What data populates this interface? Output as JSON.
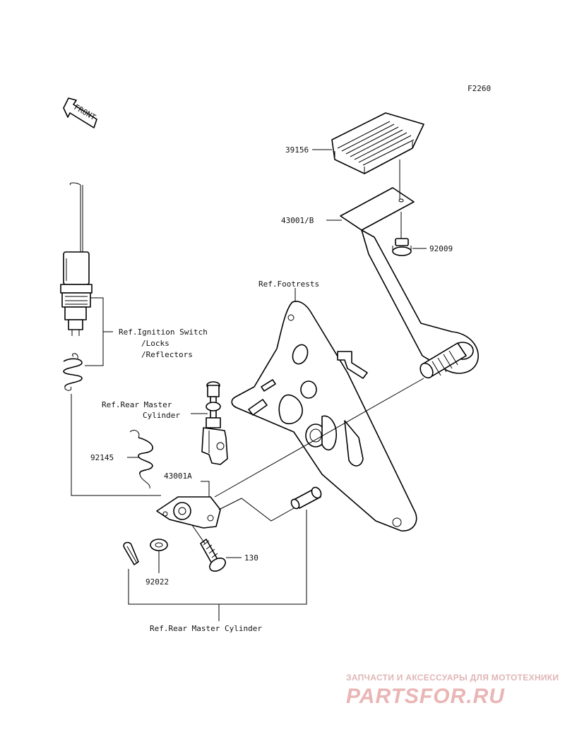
{
  "figure_code": "F2260",
  "front_label": "FRONT",
  "callouts": {
    "pad": "39156",
    "pedal": "43001/B",
    "nut": "92009",
    "footrests": "Ref.Footrests",
    "ignition_1": "Ref.Ignition Switch",
    "ignition_2": "/Locks",
    "ignition_3": "/Reflectors",
    "master_cyl_1": "Ref.Rear Master",
    "master_cyl_2": "Cylinder",
    "spring": "92145",
    "clevis": "43001A",
    "bolt": "130",
    "washer": "92022",
    "master_cyl_bottom": "Ref.Rear Master Cylinder"
  },
  "watermark": {
    "top": "ЗАПЧАСТИ И АКСЕССУАРЫ ДЛЯ МОТОТЕХНИКИ",
    "main": "PARTSFOR.RU"
  }
}
